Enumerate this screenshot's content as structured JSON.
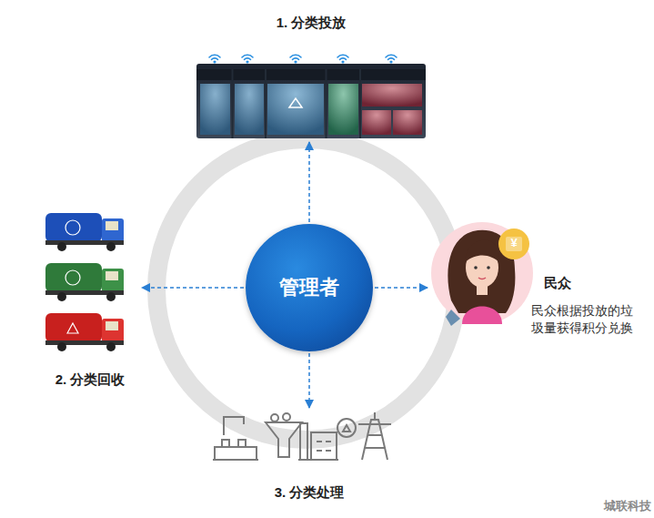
{
  "diagram": {
    "nodes": [
      {
        "text": [
          "1. 分类投放"
        ]
      },
      {
        "text": [
          "2. 分类回收"
        ]
      },
      {
        "text": [
          "管理者"
        ]
      },
      {
        "text": [
          "民众",
          "民众根据投放的垃圾量获得积分兑换"
        ]
      },
      {
        "text": [
          "3. 分类处理"
        ]
      }
    ],
    "edges": [
      {
        "from": 2,
        "to": 0,
        "arrow": "to"
      },
      {
        "from": 2,
        "to": 1,
        "arrow": "to"
      },
      {
        "from": 2,
        "to": 3,
        "arrow": "to"
      },
      {
        "from": 2,
        "to": 4,
        "arrow": "to"
      }
    ],
    "labels": [
      "¥",
      "城联科技"
    ]
  }
}
